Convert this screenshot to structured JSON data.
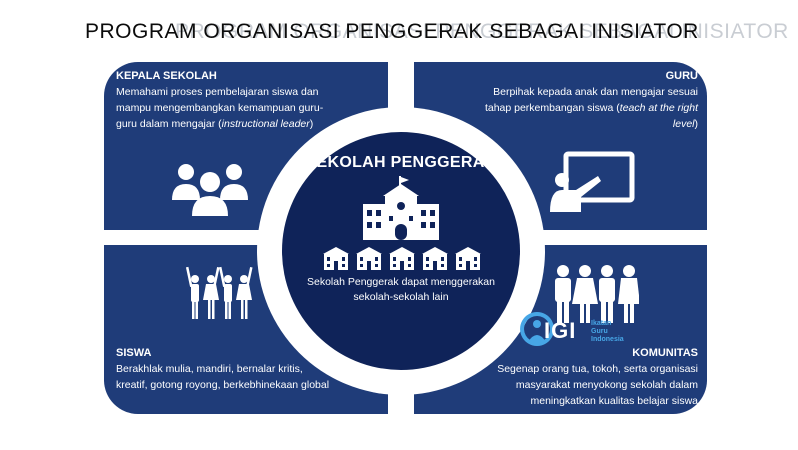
{
  "title": "PROGRAM ORGANISASI PENGGERAK SEBAGAI INISIATOR",
  "title_ghost": "PROGRAM ORGANISASI PENGGERAK SEBAGAI INISIATOR",
  "center": {
    "title": "SEKOLAH PENGGERAK",
    "description": "Sekolah Penggerak dapat menggerakan sekolah-sekolah lain"
  },
  "quadrants": {
    "kepala_sekolah": {
      "heading": "KEPALA SEKOLAH",
      "text": "Memahami proses pembelajaran siswa dan mampu mengembangkan kemampuan guru-guru dalam mengajar (",
      "emphasis": "instructional leader",
      "text_end": ")"
    },
    "guru": {
      "heading": "GURU",
      "text": "Berpihak kepada anak dan mengajar sesuai tahap perkembangan siswa (",
      "emphasis": "teach at the right level",
      "text_end": ")"
    },
    "siswa": {
      "heading": "SISWA",
      "text": "Berakhlak mulia, mandiri, bernalar kritis, kreatif, gotong royong, berkebhinekaan global"
    },
    "komunitas": {
      "heading": "KOMUNITAS",
      "text": "Segenap orang tua, tokoh, serta organisasi masyarakat menyokong sekolah dalam meningkatkan kualitas belajar siswa"
    }
  },
  "logo": {
    "text": "IGI",
    "sub_1": "Ikatan",
    "sub_2": "Guru",
    "sub_3": "Indonesia"
  },
  "colors": {
    "quadrant": "#1f3c79",
    "center": "#0f2359",
    "logo_blue": "#47a6e6"
  }
}
